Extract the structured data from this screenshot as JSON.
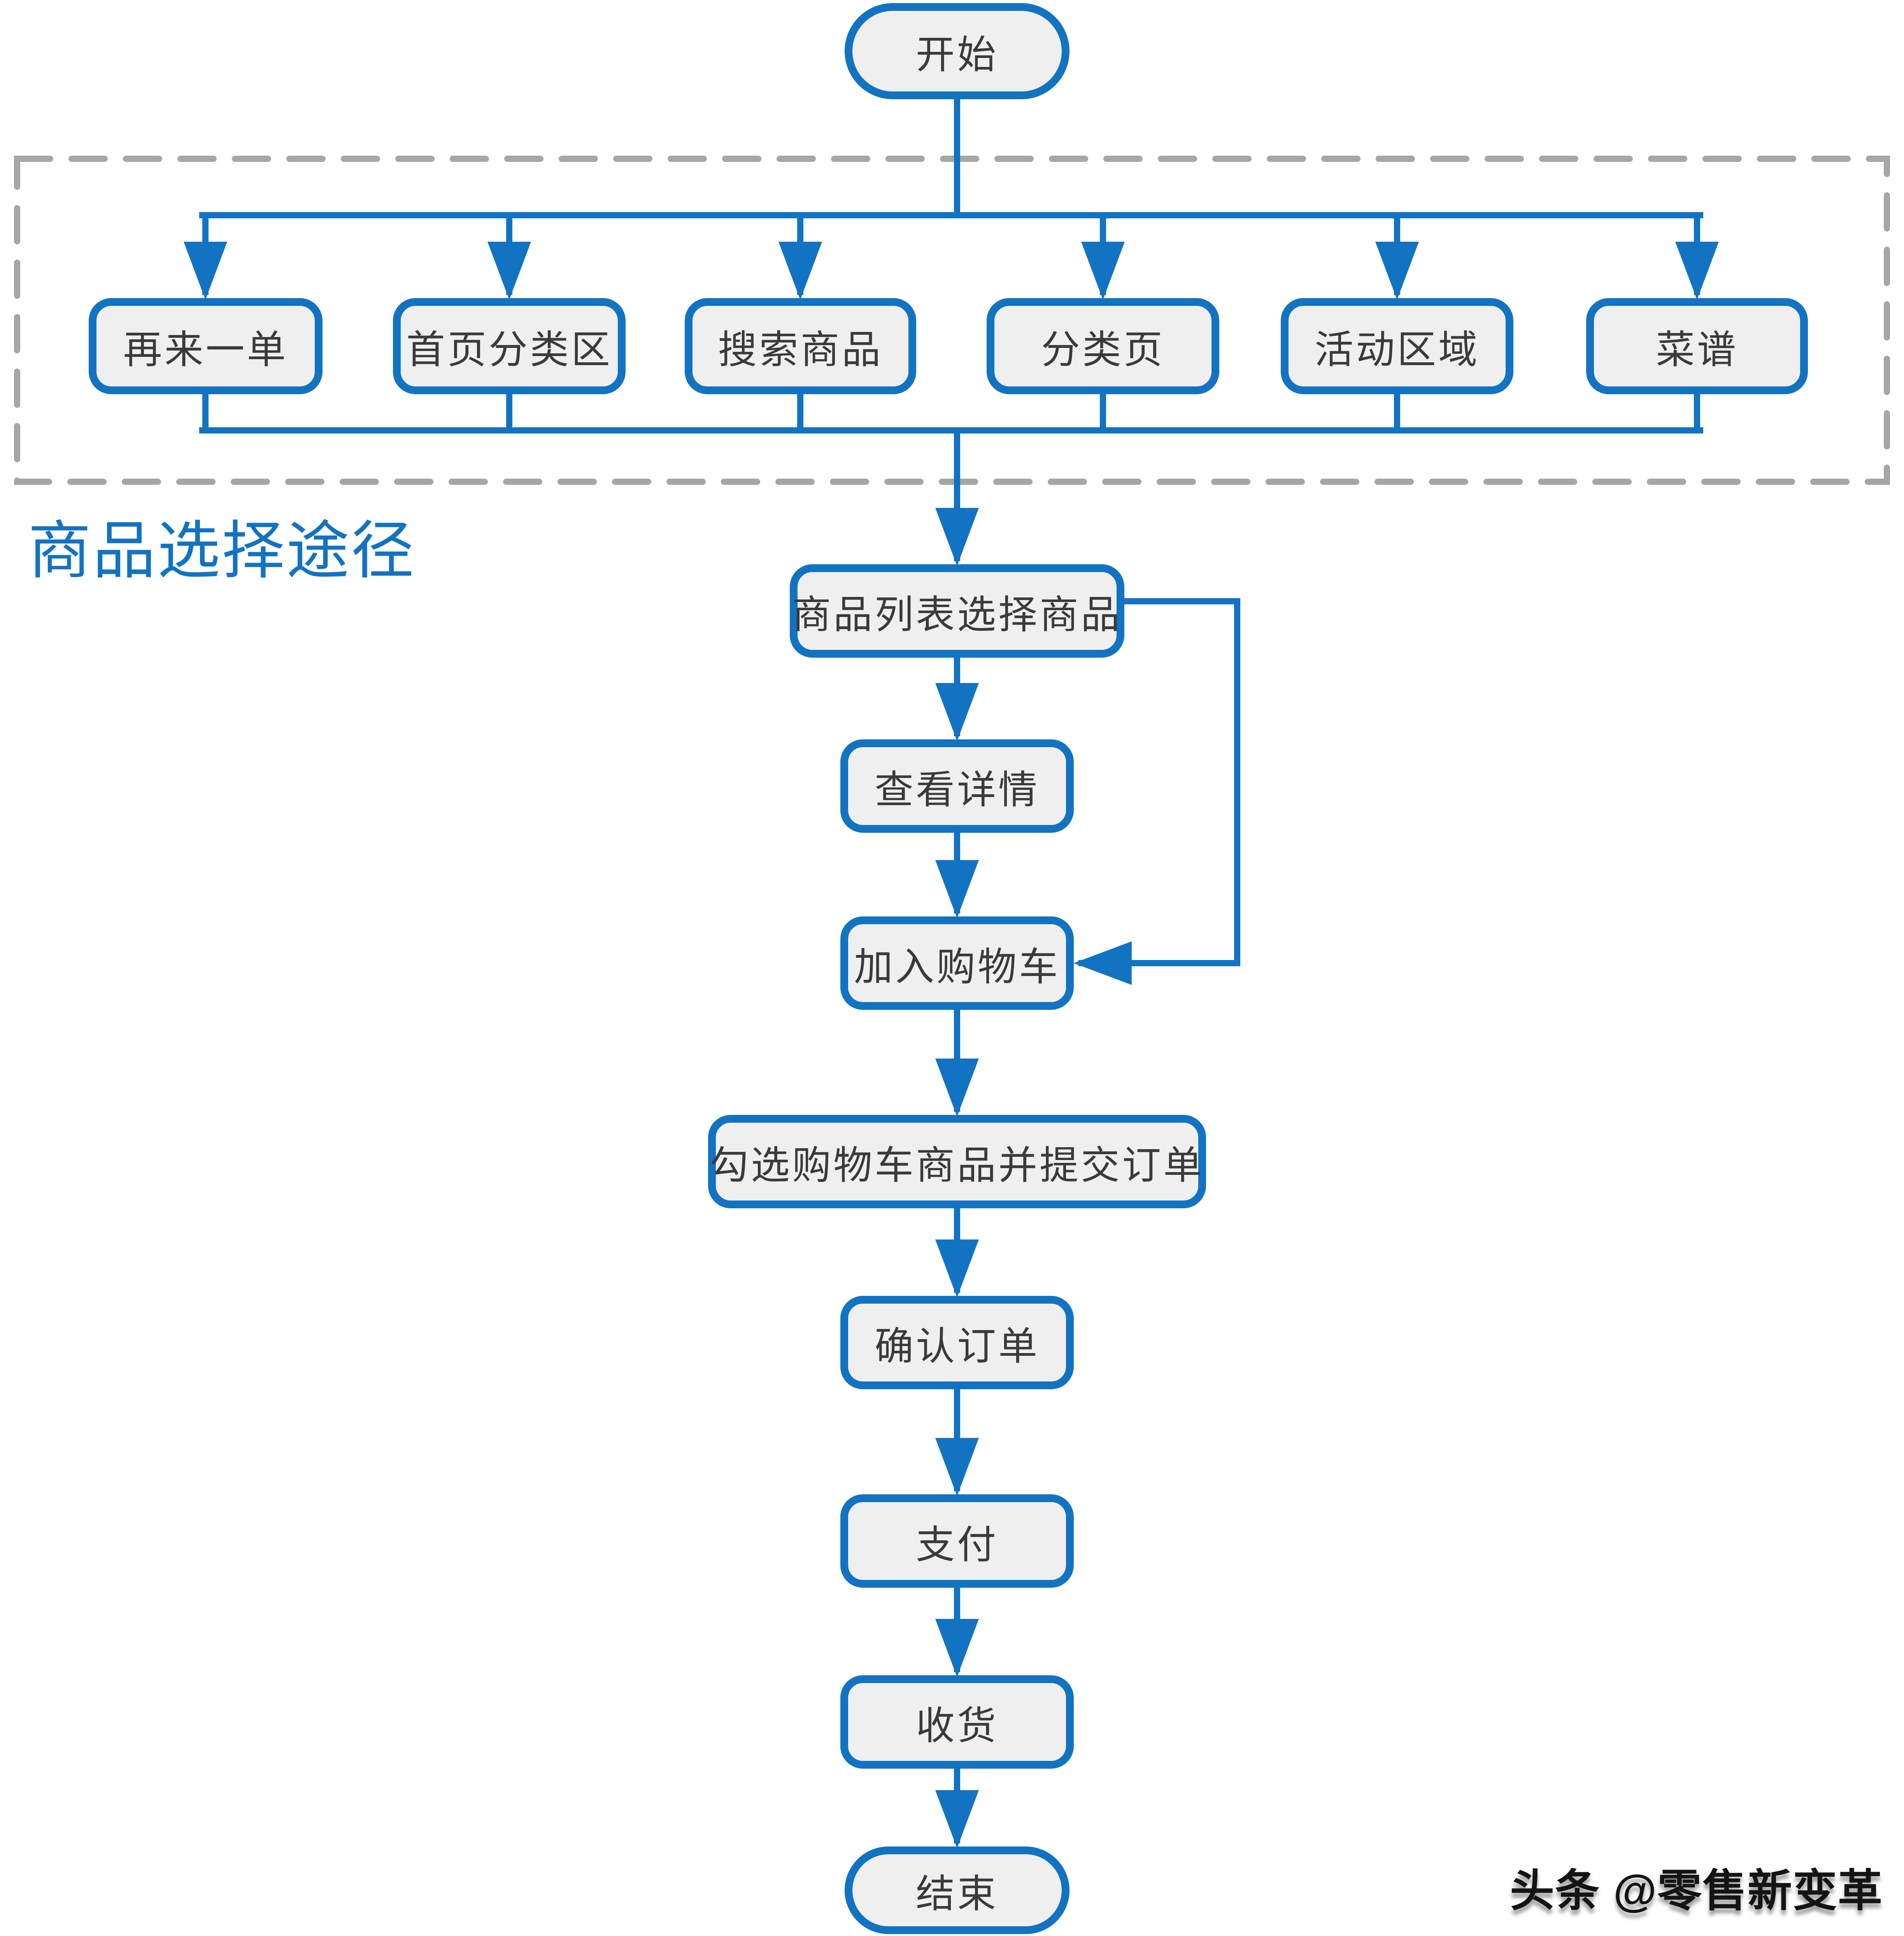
{
  "diagram": {
    "group_label": "商品选择途径",
    "nodes": {
      "start": "开始",
      "paths": [
        "再来一单",
        "首页分类区",
        "搜索商品",
        "分类页",
        "活动区域",
        "菜谱"
      ],
      "select_from_list": "商品列表选择商品",
      "view_details": "查看详情",
      "add_to_cart": "加入购物车",
      "submit_order": "勾选购物车商品并提交订单",
      "confirm_order": "确认订单",
      "pay": "支付",
      "receive_goods": "收货",
      "end": "结束"
    },
    "watermark": "头条 @零售新变革",
    "colors": {
      "accent_blue": "#1273c2",
      "node_fill": "#efefef",
      "node_text": "#3a3a3a",
      "dashed_border_gray": "#a6a6a6",
      "group_label_blue": "#1273c2",
      "watermark_black": "#141414"
    }
  }
}
